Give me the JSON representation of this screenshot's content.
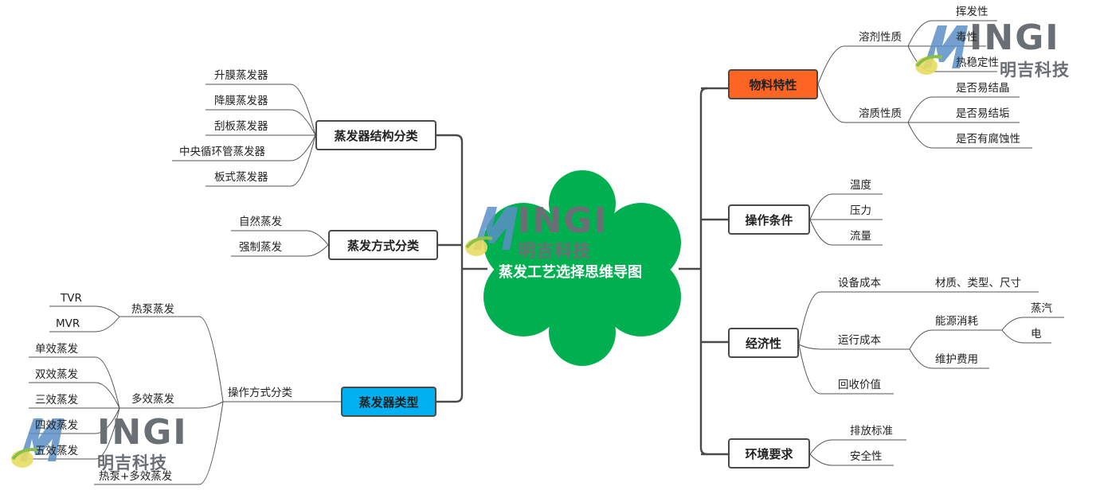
{
  "title": "蒸发工艺选择思维导图",
  "logo": {
    "word": "INGI",
    "cn": "明吉科技"
  },
  "colors": {
    "center": "#00b050",
    "highlight_orange": "#ff6522",
    "highlight_blue": "#00b0f0",
    "line": "#4a4a4a"
  },
  "nodes": {
    "wuliao": "物料特性",
    "rongji": "溶剂性质",
    "huifa": "挥发性",
    "duxing": "毒性",
    "rewending": "热稳定性",
    "rongzhi": "溶质性质",
    "jiejing": "是否易结晶",
    "jiegou": "是否易结垢",
    "fushi": "是否有腐蚀性",
    "caozuo": "操作条件",
    "wendu": "温度",
    "yali": "压力",
    "liuliang": "流量",
    "jingji": "经济性",
    "shebei": "设备成本",
    "caizhi": "材质、类型、尺寸",
    "yunxing": "运行成本",
    "nengyuan": "能源消耗",
    "zhengqi": "蒸汽",
    "dian": "电",
    "weihu": "维护费用",
    "huishou": "回收价值",
    "huanjing": "环境要求",
    "paifang": "排放标准",
    "anquan": "安全性",
    "jiegoufl": "蒸发器结构分类",
    "shengmo": "升膜蒸发器",
    "jiangmo": "降膜蒸发器",
    "guaban": "刮板蒸发器",
    "zhongyang": "中央循环管蒸发器",
    "banshi": "板式蒸发器",
    "fangshi": "蒸发方式分类",
    "ziran": "自然蒸发",
    "qiangzhi": "强制蒸发",
    "leixing": "蒸发器类型",
    "caozuofs": "操作方式分类",
    "rebeng": "热泵蒸发",
    "tvr": "TVR",
    "mvr": "MVR",
    "duoxiao": "多效蒸发",
    "d1": "单效蒸发",
    "d2": "双效蒸发",
    "d3": "三效蒸发",
    "d4": "四效蒸发",
    "d5": "五效蒸发",
    "rbdx": "热泵+多效蒸发"
  }
}
